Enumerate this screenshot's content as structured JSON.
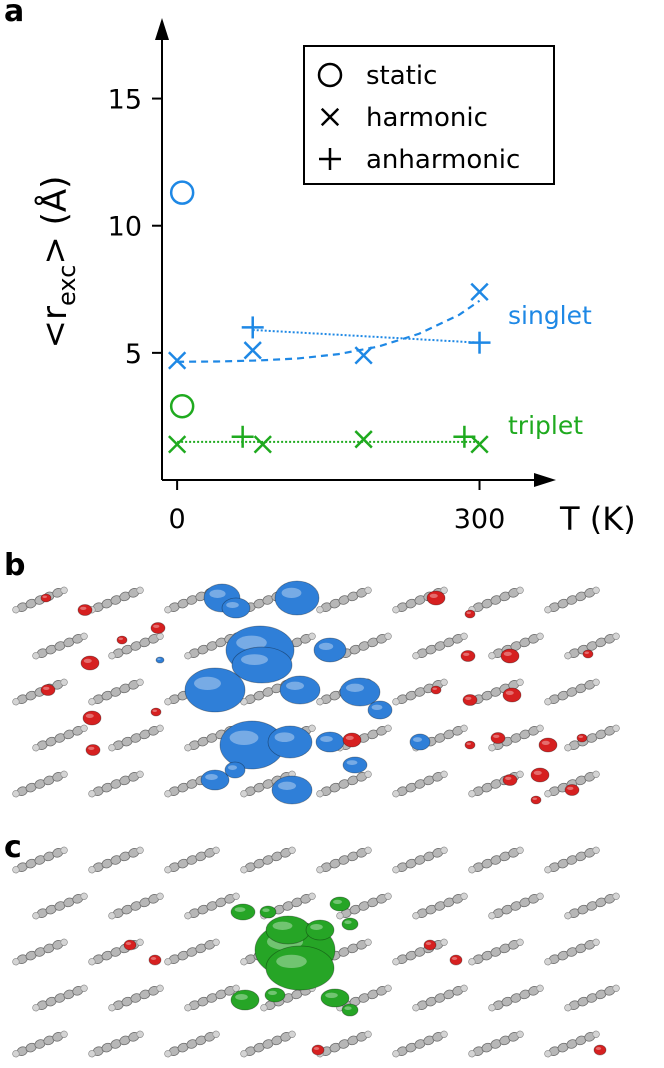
{
  "figure": {
    "panel_labels": [
      "a",
      "b",
      "c"
    ]
  },
  "colors": {
    "singlet": "#1e88e5",
    "triplet": "#1faa1f",
    "electron_blue": "#2f7fd8",
    "hole_red": "#d62020",
    "green_density": "#26a526",
    "molecule": "#a9a9a9"
  },
  "chart_data": {
    "type": "scatter",
    "xlabel": "T (K)",
    "ylabel_main": "<r",
    "ylabel_sub": "exc",
    "ylabel_tail": "> (Å)",
    "xlim": [
      -15,
      360
    ],
    "ylim": [
      0,
      17.5
    ],
    "xticks": [
      0,
      300
    ],
    "xtick_labels": [
      "0",
      "300"
    ],
    "yticks": [
      5,
      10,
      15
    ],
    "ytick_labels": [
      "5",
      "10",
      "15"
    ],
    "legend": {
      "position": "top-right",
      "entries": [
        {
          "marker": "circle",
          "label": "static"
        },
        {
          "marker": "x",
          "label": "harmonic"
        },
        {
          "marker": "plus",
          "label": "anharmonic"
        }
      ]
    },
    "annotations": [
      {
        "text": "singlet",
        "color": "singlet"
      },
      {
        "text": "triplet",
        "color": "triplet"
      }
    ],
    "series": [
      {
        "group": "singlet",
        "kind": "static",
        "points": [
          [
            5,
            11.3
          ]
        ]
      },
      {
        "group": "singlet",
        "kind": "harmonic",
        "points": [
          [
            0,
            4.7
          ],
          [
            75,
            5.1
          ],
          [
            185,
            4.9
          ],
          [
            300,
            7.4
          ]
        ]
      },
      {
        "group": "singlet",
        "kind": "anharmonic",
        "points": [
          [
            75,
            6.0
          ],
          [
            300,
            5.4
          ]
        ]
      },
      {
        "group": "triplet",
        "kind": "static",
        "points": [
          [
            5,
            2.9
          ]
        ]
      },
      {
        "group": "triplet",
        "kind": "harmonic",
        "points": [
          [
            0,
            1.4
          ],
          [
            85,
            1.4
          ],
          [
            185,
            1.6
          ],
          [
            300,
            1.4
          ]
        ]
      },
      {
        "group": "triplet",
        "kind": "anharmonic",
        "points": [
          [
            65,
            1.7
          ],
          [
            285,
            1.7
          ]
        ]
      }
    ],
    "fit_lines": [
      {
        "group": "singlet",
        "style": "dashed",
        "kind": "harmonic-fit",
        "x": [
          0,
          40,
          80,
          120,
          160,
          200,
          240,
          280,
          300
        ],
        "y": [
          4.65,
          4.66,
          4.7,
          4.78,
          4.95,
          5.25,
          5.75,
          6.5,
          7.05
        ]
      },
      {
        "group": "singlet",
        "style": "dotted",
        "kind": "anharmonic-fit",
        "x": [
          75,
          300
        ],
        "y": [
          5.9,
          5.4
        ]
      },
      {
        "group": "triplet",
        "style": "dotted",
        "kind": "anharmonic-fit",
        "x": [
          0,
          300
        ],
        "y": [
          1.5,
          1.5
        ]
      }
    ]
  }
}
